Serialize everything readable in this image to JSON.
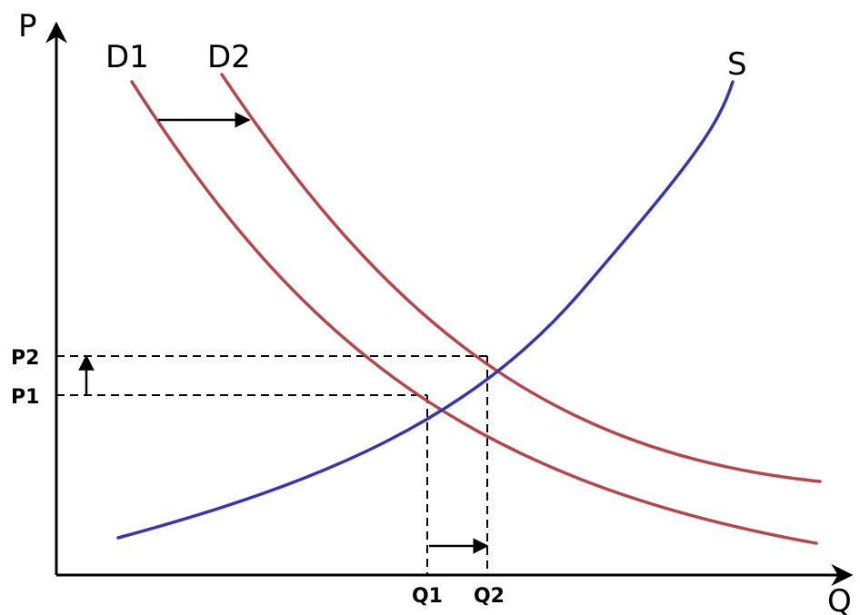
{
  "colors": {
    "demand": "#b5474b",
    "supply": "#3535b5",
    "axes": "#000000"
  },
  "labels": {
    "price_axis": "P",
    "quantity_axis": "Q",
    "demand_1": "D1",
    "demand_2": "D2",
    "supply": "S",
    "price_1": "P1",
    "price_2": "P2",
    "quantity_1": "Q1",
    "quantity_2": "Q2"
  },
  "shifts": {
    "demand": "right",
    "price": "up",
    "quantity": "right"
  }
}
